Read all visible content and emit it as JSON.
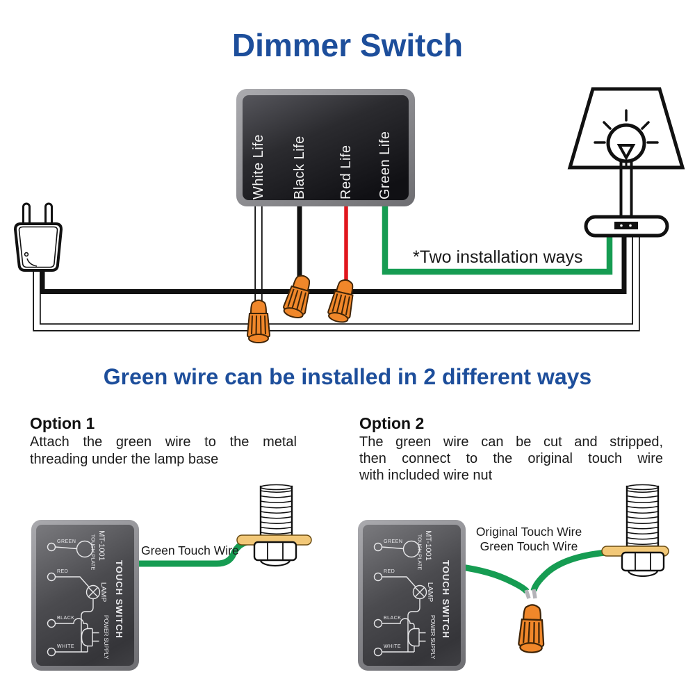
{
  "title": "Dimmer Switch",
  "note": "*Two installation ways",
  "subtitle": "Green wire can be installed in 2 different ways",
  "dimmer_box": {
    "labels": [
      "White Life",
      "Black Life",
      "Red Life",
      "Green Life"
    ]
  },
  "option1": {
    "heading": "Option 1",
    "line1": "Attach the green wire to the metal",
    "line2": "threading under the lamp base",
    "wire_label": "Green Touch Wire"
  },
  "option2": {
    "heading": "Option 2",
    "line1": "The green wire can be cut and stripped,",
    "line2": "then connect to the original touch wire",
    "line3": "with included wire nut",
    "wire_label_line1": "Original Touch Wire",
    "wire_label_line2": "Green Touch Wire"
  },
  "touch_switch": {
    "model": "MT-1001",
    "plate_label": "TOUCH PLATE",
    "title": "TOUCH SWITCH",
    "lamp_label": "LAMP",
    "power_label": "POWER SUPPLY",
    "terminals": [
      "GREEN",
      "RED",
      "BLACK",
      "WHITE"
    ]
  },
  "colors": {
    "title_blue": "#1d4e9b",
    "wire_green": "#169c52",
    "wire_red": "#e0161d",
    "wire_black": "#111111",
    "wire_nut_orange": "#F0872A",
    "terminal_tan": "#F2C878"
  }
}
